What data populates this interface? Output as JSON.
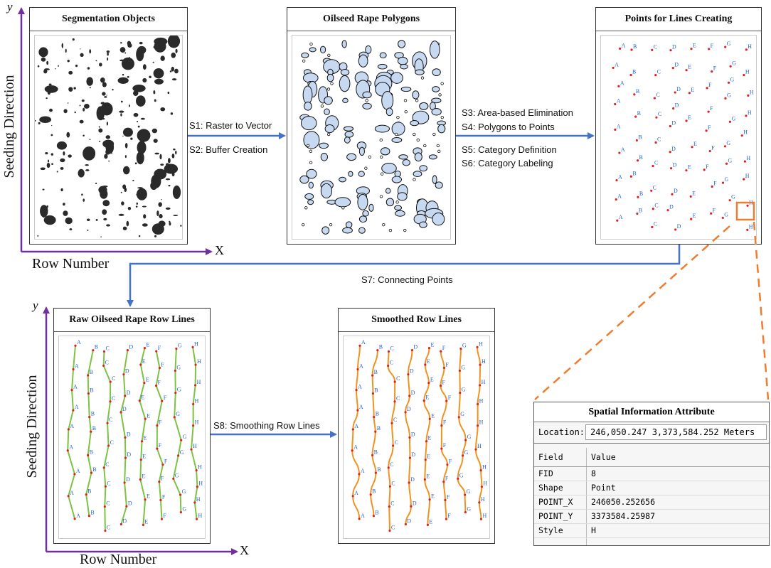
{
  "panels": {
    "segmentation": {
      "title": "Segmentation Objects"
    },
    "polygons": {
      "title": "Oilseed Rape Polygons"
    },
    "points": {
      "title": "Points for Lines Creating"
    },
    "raw_lines": {
      "title": "Raw Oilseed Rape Row Lines"
    },
    "smoothed": {
      "title": "Smoothed Row Lines"
    }
  },
  "steps": {
    "s1": "S1: Raster to Vector",
    "s2": "S2: Buffer Creation",
    "s3": "S3: Area-based Elimination",
    "s4": "S4: Polygons to Points",
    "s5": "S5: Category Definition",
    "s6": "S6: Category Labeling",
    "s7": "S7: Connecting Points",
    "s8": "S8: Smoothing Row Lines"
  },
  "axes": {
    "top": {
      "y_letter": "y",
      "x_letter": "X",
      "vertical_title": "Seeding Direction",
      "horizontal_title": "Row Number"
    },
    "bottom": {
      "y_letter": "y",
      "x_letter": "X",
      "vertical_title": "Seeding Direction",
      "horizontal_title": "Row Number"
    }
  },
  "row_labels": [
    "A",
    "B",
    "C",
    "D",
    "E",
    "F",
    "G",
    "H"
  ],
  "attribute_panel": {
    "title": "Spatial Information Attribute",
    "location_label": "Location:",
    "location_value": "246,050.247   3,373,584.252 Meters",
    "header_field": "Field",
    "header_value": "Value",
    "rows": [
      {
        "field": "FID",
        "value": "8"
      },
      {
        "field": "Shape",
        "value": "Point"
      },
      {
        "field": "POINT_X",
        "value": "246050.252656"
      },
      {
        "field": "POINT_Y",
        "value": "3373584.25987"
      },
      {
        "field": "Style",
        "value": "H"
      }
    ]
  },
  "colors": {
    "arrow": "#4472c4",
    "axis": "#7030a0",
    "point": "#e02020",
    "label": "#1f5fd0",
    "raw_line": "#7dc242",
    "smooth_line": "#f0921e",
    "highlight": "#ed7d31",
    "polygon_fill": "#c6d9f1",
    "blob": "#2a2a2a"
  }
}
